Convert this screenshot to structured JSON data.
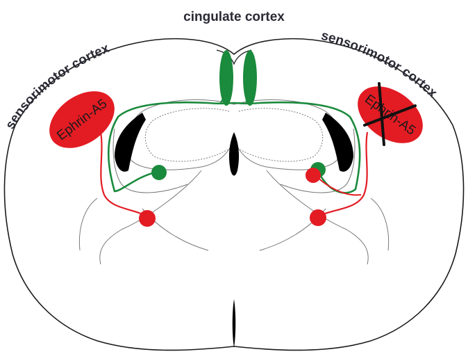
{
  "labels": {
    "cingulate": "cingulate cortex",
    "left_cortex": "sensorimotor cortex",
    "right_cortex": "sensorimotor cortex",
    "left_ephrin": "Ephrin-A5",
    "right_ephrin": "Ephrin-A5"
  },
  "colors": {
    "outline": "#1a1a1a",
    "inner_structure": "#777777",
    "ephrin_region": "#e31b23",
    "green_projection": "#1a8a3c",
    "red_projection": "#e31b23",
    "ventricle": "#000000",
    "text": "#2a2a35"
  },
  "annotations": {
    "right_ephrin_crossed_out": true
  }
}
